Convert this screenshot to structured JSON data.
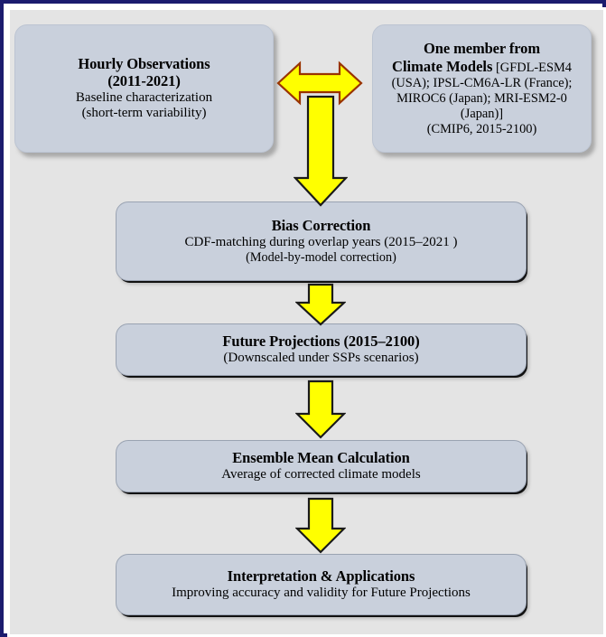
{
  "figure": {
    "border_color": "#1b1b6e",
    "background_color": "#e4e4e4",
    "node_fill_color": "#c9d0dc",
    "arrow_fill_color": "#ffff00",
    "arrow_outline_dark": "#1a1a1a",
    "arrow_outline_red": "#993300"
  },
  "nodes": {
    "observations": {
      "title": "Hourly Observations",
      "period": "(2011-2021)",
      "line1": "Baseline characterization",
      "line2": "(short-term variability)"
    },
    "climate_models": {
      "title_line1": "One member from",
      "title_line2": "Climate Models",
      "detail": " [GFDL-ESM4 (USA); IPSL-CM6A-LR (France); MIROC6 (Japan); MRI-ESM2-0 (Japan)]",
      "footer": "(CMIP6, 2015-2100)"
    },
    "bias_correction": {
      "title": "Bias Correction",
      "line1": "CDF-matching during overlap years (2015–2021 )",
      "line2": "(Model-by-model correction)"
    },
    "future_projections": {
      "title": "Future Projections (2015–2100)",
      "line1": "(Downscaled under SSPs scenarios)"
    },
    "ensemble_mean": {
      "title": "Ensemble Mean Calculation",
      "line1": "Average of corrected climate models"
    },
    "interpretation": {
      "title": "Interpretation & Applications",
      "line1": "Improving accuracy and validity for  Future Projections"
    }
  },
  "connectors": [
    {
      "name": "observations-models-link",
      "kind": "double-headed-horizontal-arrow"
    },
    {
      "name": "inputs-to-bias-correction",
      "kind": "down-arrow"
    },
    {
      "name": "bias-to-future-projections",
      "kind": "down-arrow"
    },
    {
      "name": "future-to-ensemble-mean",
      "kind": "down-arrow"
    },
    {
      "name": "ensemble-to-interpretation",
      "kind": "down-arrow"
    }
  ]
}
